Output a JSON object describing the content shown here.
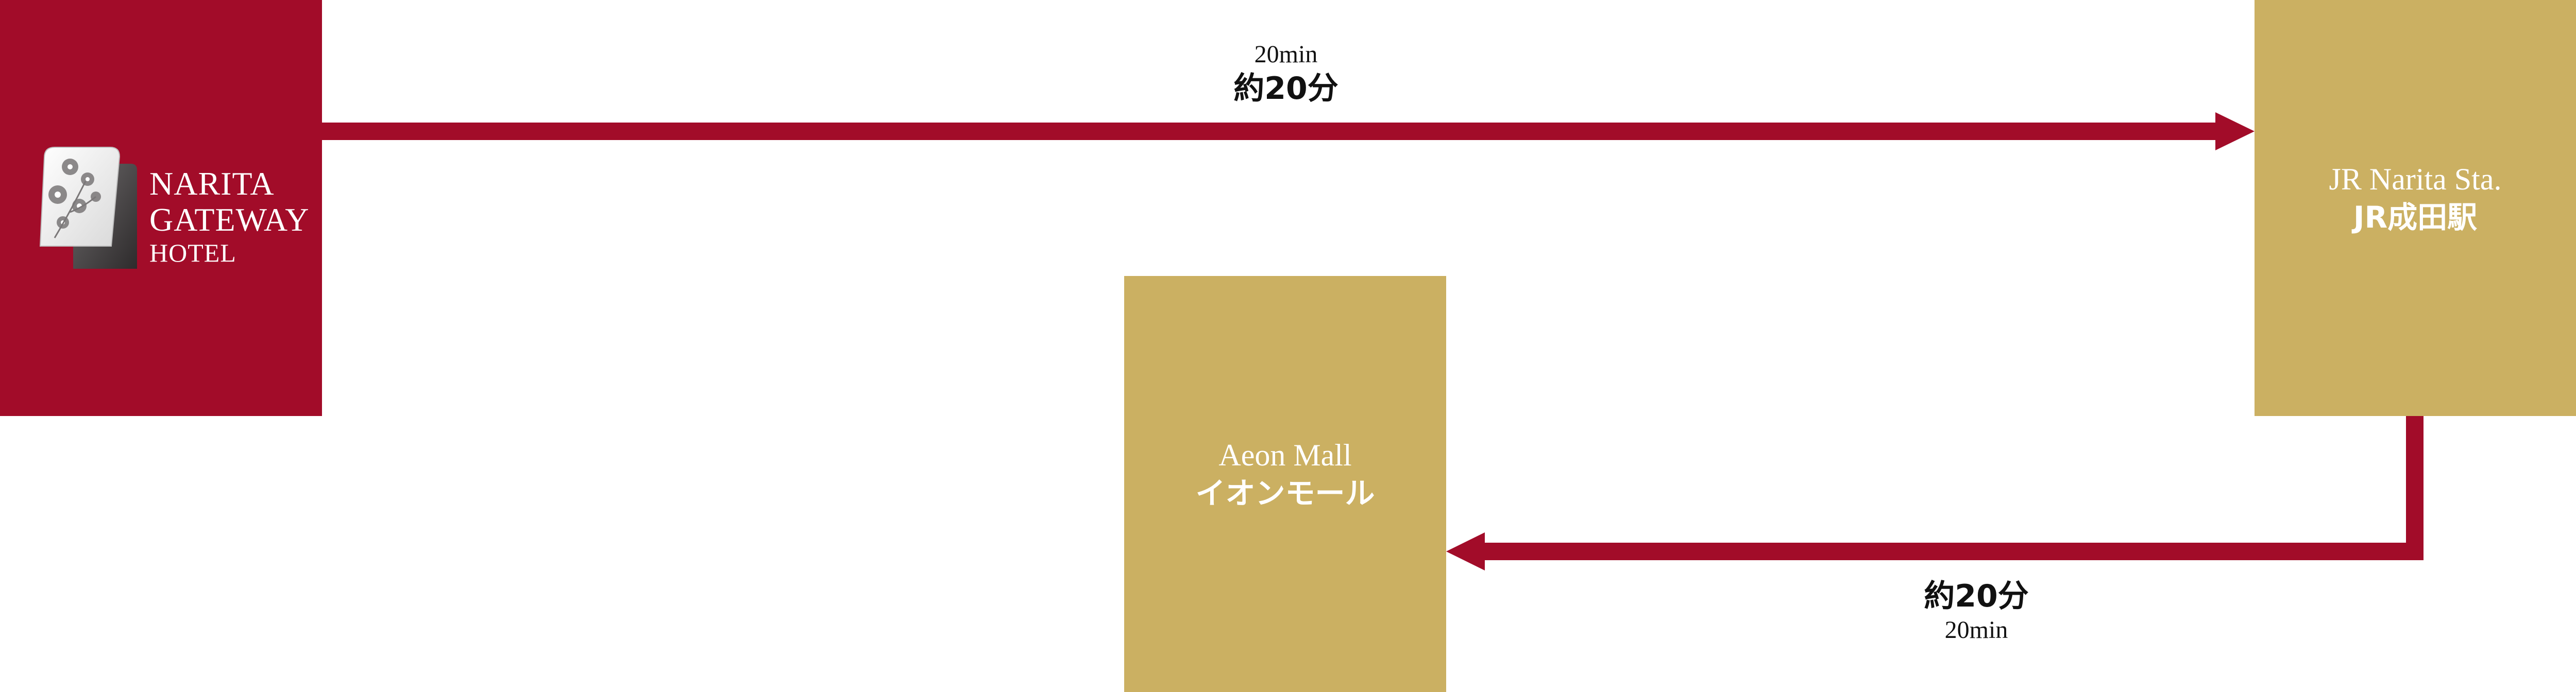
{
  "hotel": {
    "logo_text_line1": "NARITA",
    "logo_text_line2": "GATEWAY",
    "logo_text_line3": "HOTEL",
    "logo_icon": "sakura-cards-logo-icon",
    "color": "#a20c29"
  },
  "station": {
    "name_en": "JR Narita Sta.",
    "name_jp": "JR成田駅",
    "color": "#cbb062"
  },
  "mall": {
    "name_en": "Aeon Mall",
    "name_jp": "イオンモール",
    "color": "#cbb062"
  },
  "route_hotel_to_station": {
    "time_en": "20min",
    "time_jp": "約20分",
    "arrow_color": "#a20c29"
  },
  "route_station_to_mall": {
    "time_jp": "約20分",
    "time_en": "20min",
    "arrow_color": "#a20c29"
  }
}
